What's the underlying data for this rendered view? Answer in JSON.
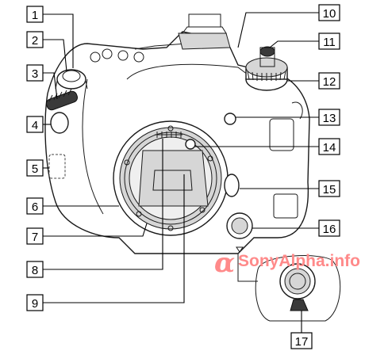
{
  "callouts": [
    {
      "id": 1,
      "label": "1"
    },
    {
      "id": 2,
      "label": "2"
    },
    {
      "id": 3,
      "label": "3"
    },
    {
      "id": 4,
      "label": "4"
    },
    {
      "id": 5,
      "label": "5"
    },
    {
      "id": 6,
      "label": "6"
    },
    {
      "id": 7,
      "label": "7"
    },
    {
      "id": 8,
      "label": "8"
    },
    {
      "id": 9,
      "label": "9"
    },
    {
      "id": 10,
      "label": "10"
    },
    {
      "id": 11,
      "label": "11"
    },
    {
      "id": 12,
      "label": "12"
    },
    {
      "id": 13,
      "label": "13"
    },
    {
      "id": 14,
      "label": "14"
    },
    {
      "id": 15,
      "label": "15"
    },
    {
      "id": 16,
      "label": "16"
    },
    {
      "id": 17,
      "label": "17"
    }
  ],
  "watermark": {
    "symbol": "α",
    "text": "SonyAlpha.info",
    "color": "#ff8a8a"
  }
}
